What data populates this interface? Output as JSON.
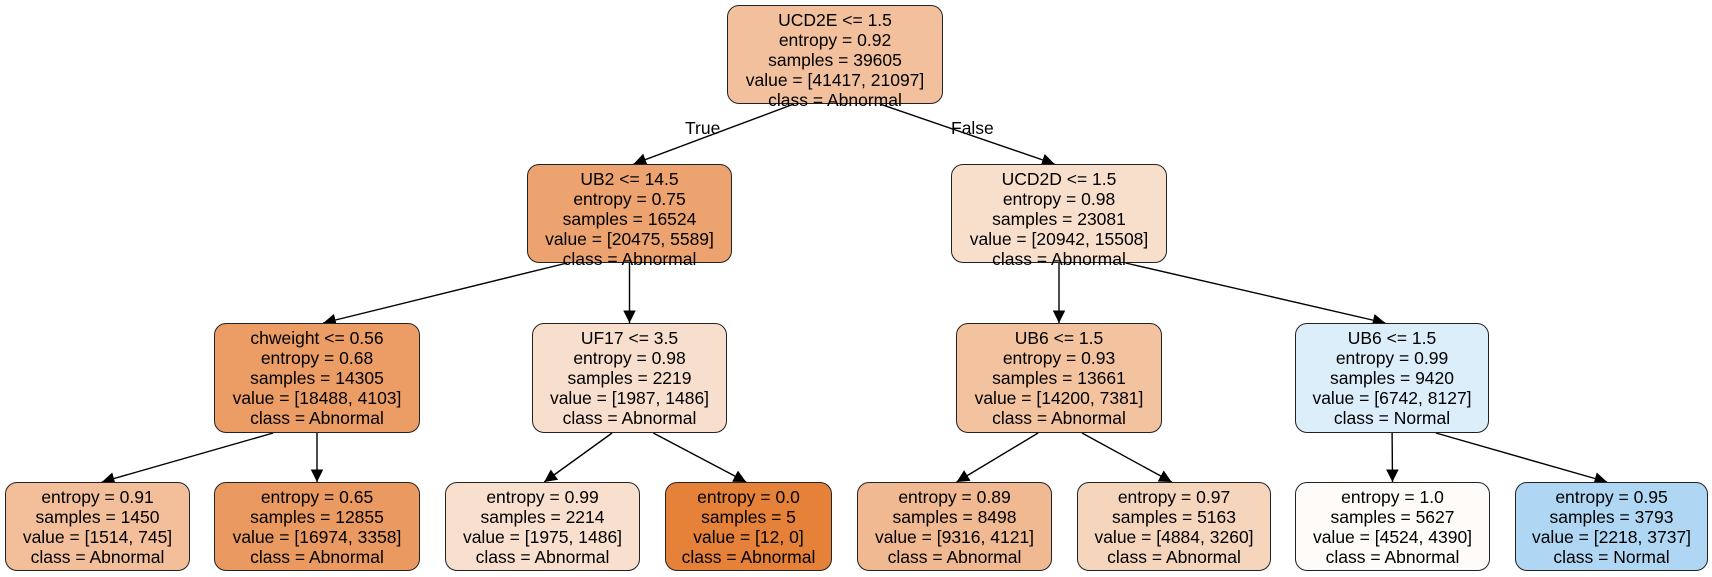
{
  "edge_labels": {
    "true_label": "True",
    "false_label": "False"
  },
  "nodes": [
    {
      "id": "n0",
      "lines": [
        "UCD2E <= 1.5",
        "entropy = 0.92",
        "samples = 39605",
        "value = [41417, 21097]",
        "class = Abnormal"
      ],
      "fill": "#f2c09c"
    },
    {
      "id": "n1",
      "lines": [
        "UB2 <= 14.5",
        "entropy = 0.75",
        "samples = 16524",
        "value = [20475, 5589]",
        "class = Abnormal"
      ],
      "fill": "#eca36f"
    },
    {
      "id": "n2",
      "lines": [
        "UCD2D <= 1.5",
        "entropy = 0.98",
        "samples = 23081",
        "value = [20942, 15508]",
        "class = Abnormal"
      ],
      "fill": "#f8dfcc"
    },
    {
      "id": "n3",
      "lines": [
        "chweight <= 0.56",
        "entropy = 0.68",
        "samples = 14305",
        "value = [18488, 4103]",
        "class = Abnormal"
      ],
      "fill": "#eb9d65"
    },
    {
      "id": "n4",
      "lines": [
        "UF17 <= 3.5",
        "entropy = 0.98",
        "samples = 2219",
        "value = [1987, 1486]",
        "class = Abnormal"
      ],
      "fill": "#f8dfcd"
    },
    {
      "id": "n5",
      "lines": [
        "UB6 <= 1.5",
        "entropy = 0.93",
        "samples = 13661",
        "value = [14200, 7381]",
        "class = Abnormal"
      ],
      "fill": "#f3c3a0"
    },
    {
      "id": "n6",
      "lines": [
        "UB6 <= 1.5",
        "entropy = 0.99",
        "samples = 9420",
        "value = [6742, 8127]",
        "class = Normal"
      ],
      "fill": "#ddeefb"
    },
    {
      "id": "n7",
      "lines": [
        "entropy = 0.91",
        "samples = 1450",
        "value = [1514, 745]",
        "class = Abnormal"
      ],
      "fill": "#f2bf9a"
    },
    {
      "id": "n8",
      "lines": [
        "entropy = 0.65",
        "samples = 12855",
        "value = [16974, 3358]",
        "class = Abnormal"
      ],
      "fill": "#ea9a60"
    },
    {
      "id": "n9",
      "lines": [
        "entropy = 0.99",
        "samples = 2214",
        "value = [1975, 1486]",
        "class = Abnormal"
      ],
      "fill": "#f9e0ce"
    },
    {
      "id": "n10",
      "lines": [
        "entropy = 0.0",
        "samples = 5",
        "value = [12, 0]",
        "class = Abnormal"
      ],
      "fill": "#e58139"
    },
    {
      "id": "n11",
      "lines": [
        "entropy = 0.89",
        "samples = 8498",
        "value = [9316, 4121]",
        "class = Abnormal"
      ],
      "fill": "#f1b991"
    },
    {
      "id": "n12",
      "lines": [
        "entropy = 0.97",
        "samples = 5163",
        "value = [4884, 3260]",
        "class = Abnormal"
      ],
      "fill": "#f6d5bd"
    },
    {
      "id": "n13",
      "lines": [
        "entropy = 1.0",
        "samples = 5627",
        "value = [4524, 4390]",
        "class = Abnormal"
      ],
      "fill": "#fefbf9"
    },
    {
      "id": "n14",
      "lines": [
        "entropy = 0.95",
        "samples = 3793",
        "value = [2218, 3737]",
        "class = Normal"
      ],
      "fill": "#afd7f4"
    }
  ],
  "edges": [
    {
      "from": "n0",
      "to": "n1"
    },
    {
      "from": "n0",
      "to": "n2"
    },
    {
      "from": "n1",
      "to": "n3"
    },
    {
      "from": "n1",
      "to": "n4"
    },
    {
      "from": "n2",
      "to": "n5"
    },
    {
      "from": "n2",
      "to": "n6"
    },
    {
      "from": "n3",
      "to": "n7"
    },
    {
      "from": "n3",
      "to": "n8"
    },
    {
      "from": "n4",
      "to": "n9"
    },
    {
      "from": "n4",
      "to": "n10"
    },
    {
      "from": "n5",
      "to": "n11"
    },
    {
      "from": "n5",
      "to": "n12"
    },
    {
      "from": "n6",
      "to": "n13"
    },
    {
      "from": "n6",
      "to": "n14"
    }
  ]
}
